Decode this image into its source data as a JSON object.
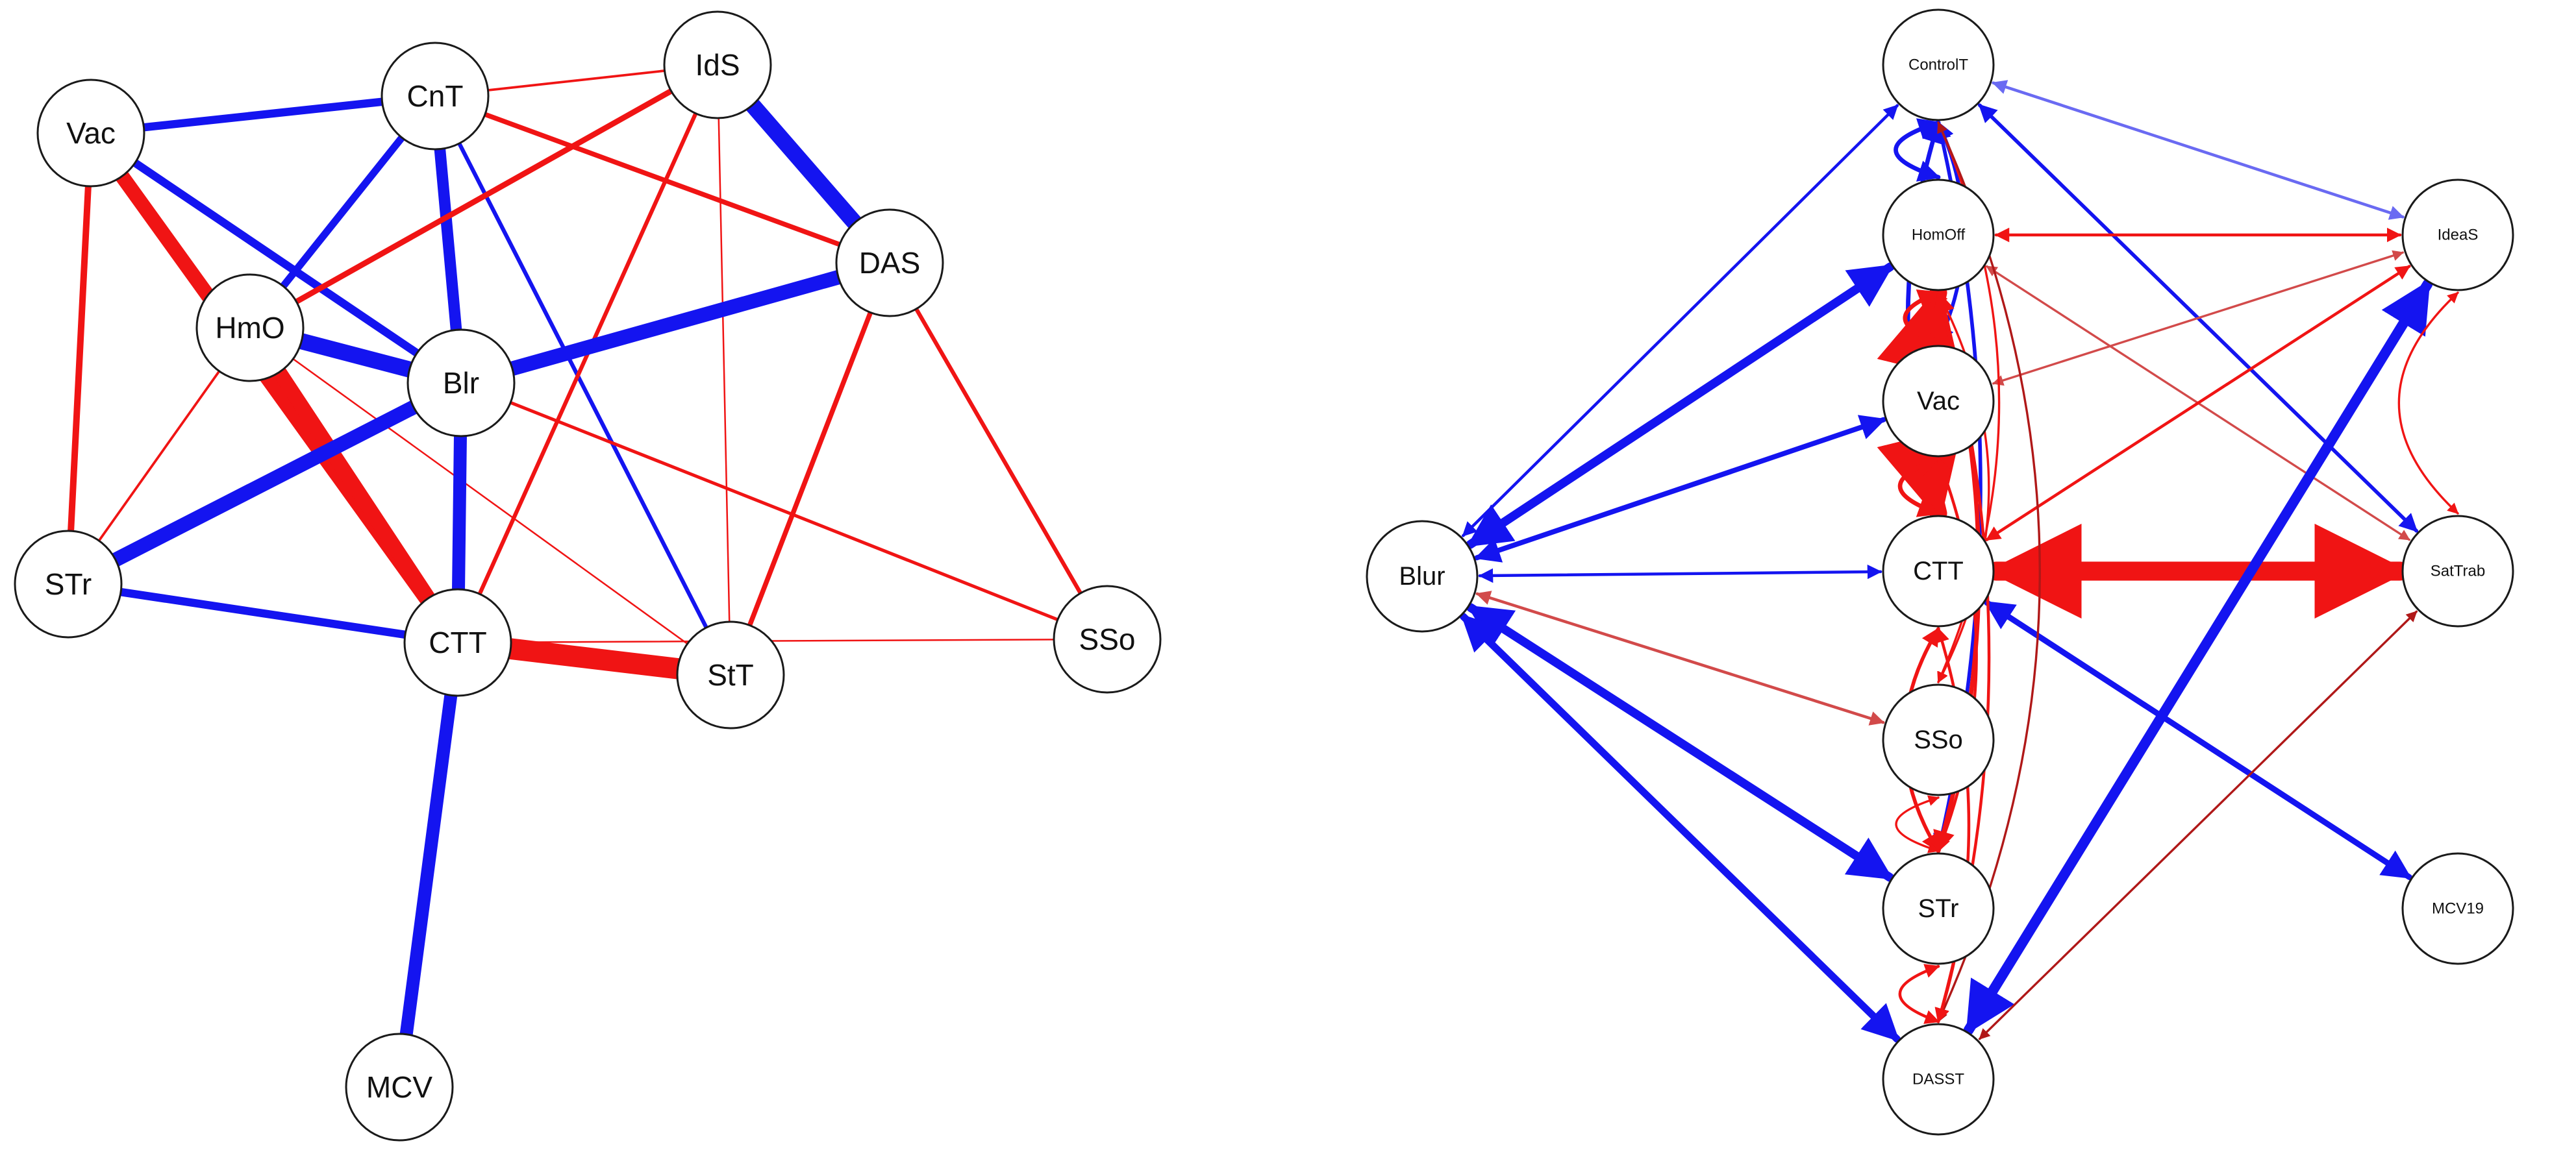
{
  "colors": {
    "positive": "#1414f0",
    "negative": "#f01414",
    "positive_light": "#6a6af2",
    "negative_light": "#d24a4a",
    "negative_dark": "#b01818"
  },
  "left_network": {
    "nodes": [
      {
        "id": "Vac",
        "label": "Vac"
      },
      {
        "id": "CnT",
        "label": "CnT"
      },
      {
        "id": "IdS",
        "label": "IdS"
      },
      {
        "id": "DAS",
        "label": "DAS"
      },
      {
        "id": "HmO",
        "label": "HmO"
      },
      {
        "id": "Blr",
        "label": "Blr"
      },
      {
        "id": "STr",
        "label": "STr"
      },
      {
        "id": "CTT",
        "label": "CTT"
      },
      {
        "id": "StT",
        "label": "StT"
      },
      {
        "id": "SSo",
        "label": "SSo"
      },
      {
        "id": "MCV",
        "label": "MCV"
      }
    ],
    "edges": [
      {
        "from": "Vac",
        "to": "CnT",
        "sign": "positive",
        "weight": 5
      },
      {
        "from": "Vac",
        "to": "Blr",
        "sign": "positive",
        "weight": 5
      },
      {
        "from": "Vac",
        "to": "CTT",
        "sign": "negative",
        "weight": 9
      },
      {
        "from": "Vac",
        "to": "STr",
        "sign": "negative",
        "weight": 4
      },
      {
        "from": "CnT",
        "to": "IdS",
        "sign": "negative",
        "weight": 1.5
      },
      {
        "from": "CnT",
        "to": "HmO",
        "sign": "positive",
        "weight": 4.5
      },
      {
        "from": "CnT",
        "to": "Blr",
        "sign": "positive",
        "weight": 7
      },
      {
        "from": "CnT",
        "to": "DAS",
        "sign": "negative",
        "weight": 3
      },
      {
        "from": "CnT",
        "to": "StT",
        "sign": "positive",
        "weight": 2.5
      },
      {
        "from": "IdS",
        "to": "DAS",
        "sign": "positive",
        "weight": 10
      },
      {
        "from": "IdS",
        "to": "HmO",
        "sign": "negative",
        "weight": 3.5
      },
      {
        "from": "IdS",
        "to": "CTT",
        "sign": "negative",
        "weight": 2.5
      },
      {
        "from": "IdS",
        "to": "StT",
        "sign": "negative",
        "weight": 1
      },
      {
        "from": "DAS",
        "to": "Blr",
        "sign": "positive",
        "weight": 9
      },
      {
        "from": "DAS",
        "to": "StT",
        "sign": "negative",
        "weight": 3
      },
      {
        "from": "DAS",
        "to": "SSo",
        "sign": "negative",
        "weight": 2.5
      },
      {
        "from": "HmO",
        "to": "Blr",
        "sign": "positive",
        "weight": 10
      },
      {
        "from": "HmO",
        "to": "CTT",
        "sign": "negative",
        "weight": 9
      },
      {
        "from": "HmO",
        "to": "STr",
        "sign": "negative",
        "weight": 1.5
      },
      {
        "from": "HmO",
        "to": "StT",
        "sign": "negative",
        "weight": 1
      },
      {
        "from": "Blr",
        "to": "STr",
        "sign": "positive",
        "weight": 9
      },
      {
        "from": "Blr",
        "to": "CTT",
        "sign": "positive",
        "weight": 8
      },
      {
        "from": "Blr",
        "to": "SSo",
        "sign": "negative",
        "weight": 2
      },
      {
        "from": "STr",
        "to": "CTT",
        "sign": "positive",
        "weight": 5
      },
      {
        "from": "CTT",
        "to": "StT",
        "sign": "negative",
        "weight": 13
      },
      {
        "from": "CTT",
        "to": "SSo",
        "sign": "negative",
        "weight": 1
      },
      {
        "from": "CTT",
        "to": "MCV",
        "sign": "positive",
        "weight": 8
      }
    ]
  },
  "right_network": {
    "nodes": [
      {
        "id": "ControlT",
        "label": "ControlT",
        "size": "small"
      },
      {
        "id": "HomOff",
        "label": "HomOff",
        "size": "small"
      },
      {
        "id": "Vac",
        "label": "Vac",
        "size": "normal"
      },
      {
        "id": "CTT",
        "label": "CTT",
        "size": "normal"
      },
      {
        "id": "SSo",
        "label": "SSo",
        "size": "normal"
      },
      {
        "id": "STr",
        "label": "STr",
        "size": "normal"
      },
      {
        "id": "DASST",
        "label": "DASST",
        "size": "small"
      },
      {
        "id": "Blur",
        "label": "Blur",
        "size": "normal"
      },
      {
        "id": "IdeaS",
        "label": "IdeaS",
        "size": "small"
      },
      {
        "id": "SatTrab",
        "label": "SatTrab",
        "size": "small"
      },
      {
        "id": "MCV19",
        "label": "MCV19",
        "size": "small"
      }
    ],
    "edges": [
      {
        "from": "Blur",
        "to": "ControlT",
        "sign": "positive",
        "weight": 2,
        "bend": 0,
        "bidirectional": true
      },
      {
        "from": "Blur",
        "to": "HomOff",
        "sign": "positive",
        "weight": 6,
        "bend": 0,
        "bidirectional": true
      },
      {
        "from": "Blur",
        "to": "Vac",
        "sign": "positive",
        "weight": 3.5,
        "bend": 0,
        "bidirectional": true
      },
      {
        "from": "Blur",
        "to": "CTT",
        "sign": "positive",
        "weight": 2,
        "bend": 0,
        "bidirectional": true
      },
      {
        "from": "Blur",
        "to": "SSo",
        "sign": "negative_light",
        "weight": 2,
        "bend": 0,
        "bidirectional": true
      },
      {
        "from": "Blur",
        "to": "STr",
        "sign": "positive",
        "weight": 6,
        "bend": 0,
        "bidirectional": true
      },
      {
        "from": "Blur",
        "to": "DASST",
        "sign": "positive",
        "weight": 5,
        "bend": 0,
        "bidirectional": true
      },
      {
        "from": "ControlT",
        "to": "IdeaS",
        "sign": "positive_light",
        "weight": 2,
        "bend": 0,
        "bidirectional": true
      },
      {
        "from": "ControlT",
        "to": "SatTrab",
        "sign": "positive",
        "weight": 2.5,
        "bend": 0,
        "bidirectional": true
      },
      {
        "from": "HomOff",
        "to": "IdeaS",
        "sign": "negative",
        "weight": 2,
        "bend": 0,
        "bidirectional": true
      },
      {
        "from": "HomOff",
        "to": "SatTrab",
        "sign": "negative_light",
        "weight": 1.5,
        "bend": 0,
        "bidirectional": true
      },
      {
        "from": "Vac",
        "to": "IdeaS",
        "sign": "negative_light",
        "weight": 1.5,
        "bend": 0,
        "bidirectional": true
      },
      {
        "from": "CTT",
        "to": "IdeaS",
        "sign": "negative",
        "weight": 2,
        "bend": 0,
        "bidirectional": true
      },
      {
        "from": "CTT",
        "to": "SatTrab",
        "sign": "negative",
        "weight": 13,
        "bend": 0,
        "bidirectional": true
      },
      {
        "from": "CTT",
        "to": "MCV19",
        "sign": "positive",
        "weight": 4,
        "bend": 0,
        "bidirectional": true
      },
      {
        "from": "DASST",
        "to": "IdeaS",
        "sign": "positive",
        "weight": 7,
        "bend": 0,
        "bidirectional": true
      },
      {
        "from": "DASST",
        "to": "SatTrab",
        "sign": "negative_dark",
        "weight": 1.5,
        "bend": 0,
        "bidirectional": true
      },
      {
        "from": "IdeaS",
        "to": "SatTrab",
        "sign": "negative",
        "weight": 1.5,
        "bend": 0.35,
        "bidirectional": true
      },
      {
        "from": "ControlT",
        "to": "HomOff",
        "sign": "positive",
        "weight": 3,
        "bend": 0.5,
        "bidirectional": true
      },
      {
        "from": "ControlT",
        "to": "CTT",
        "sign": "positive",
        "weight": 3,
        "bend": 0.12,
        "bidirectional": true
      },
      {
        "from": "ControlT",
        "to": "Vac",
        "sign": "positive",
        "weight": 2.5,
        "bend": -0.15,
        "bidirectional": true
      },
      {
        "from": "ControlT",
        "to": "STr",
        "sign": "positive",
        "weight": 2.5,
        "bend": -0.1,
        "bidirectional": true
      },
      {
        "from": "ControlT",
        "to": "SSo",
        "sign": "negative",
        "weight": 1.5,
        "bend": -0.18,
        "bidirectional": true
      },
      {
        "from": "ControlT",
        "to": "DASST",
        "sign": "negative_dark",
        "weight": 1.5,
        "bend": -0.2,
        "bidirectional": true
      },
      {
        "from": "HomOff",
        "to": "CTT",
        "sign": "negative",
        "weight": 12,
        "bend": 0.08,
        "bidirectional": true
      },
      {
        "from": "HomOff",
        "to": "Vac",
        "sign": "negative",
        "weight": 3,
        "bend": 0.4,
        "bidirectional": true
      },
      {
        "from": "HomOff",
        "to": "STr",
        "sign": "negative",
        "weight": 3,
        "bend": -0.12,
        "bidirectional": true
      },
      {
        "from": "HomOff",
        "to": "SSo",
        "sign": "negative",
        "weight": 1.5,
        "bend": -0.2,
        "bidirectional": true
      },
      {
        "from": "HomOff",
        "to": "DASST",
        "sign": "negative",
        "weight": 2,
        "bend": -0.12,
        "bidirectional": true
      },
      {
        "from": "Vac",
        "to": "CTT",
        "sign": "negative",
        "weight": 3,
        "bend": 0.45,
        "bidirectional": true
      },
      {
        "from": "Vac",
        "to": "STr",
        "sign": "negative",
        "weight": 2,
        "bend": -0.15,
        "bidirectional": true
      },
      {
        "from": "CTT",
        "to": "STr",
        "sign": "negative",
        "weight": 2.5,
        "bend": 0.2,
        "bidirectional": true
      },
      {
        "from": "CTT",
        "to": "DASST",
        "sign": "negative",
        "weight": 2,
        "bend": -0.12,
        "bidirectional": true
      },
      {
        "from": "SSo",
        "to": "STr",
        "sign": "negative",
        "weight": 1.5,
        "bend": 0.5,
        "bidirectional": true
      },
      {
        "from": "STr",
        "to": "DASST",
        "sign": "negative",
        "weight": 2,
        "bend": 0.45,
        "bidirectional": true
      }
    ]
  }
}
